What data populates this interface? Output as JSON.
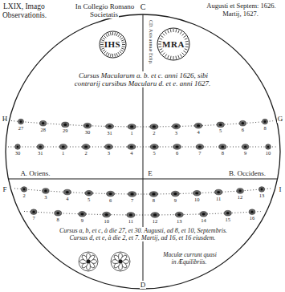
{
  "diagram": {
    "title": "LXIX, Imago Observationis.",
    "nodes": [
      {
        "text": [
          "IHS"
        ]
      },
      {
        "text": [
          "MRA"
        ]
      }
    ],
    "labels": [
      "C",
      "CD. Axis annuæ Eclip.",
      "Cursus Macularum a. b. et c. anni 1626, sibi contrarij cursibus Macularu d. et e. anni 1627.",
      "H",
      "G",
      "A. Oriens.",
      "E",
      "B. Occidens.",
      "F",
      "I",
      "Cursus a, b, et c, à die 27, et 30. Augusti, ad 8, et 10, Septembris. Cursus d, et e, à die 2, et 7. Martij, ad 16, et 16 eiusdem.",
      "Maculæ currunt quasi in Æquilibriis.",
      "D",
      "In Collegio Romano Societatis",
      "Augusti et Septem: 1626. Martij, 1627.",
      "27",
      "28",
      "29",
      "30",
      "31",
      "1",
      "2",
      "3",
      "4",
      "5",
      "6",
      "8",
      "30",
      "31",
      "1",
      "2",
      "3",
      "4",
      "5",
      "6",
      "7",
      "8",
      "9",
      "10",
      "2",
      "3",
      "4",
      "5",
      "6",
      "7",
      "8",
      "9",
      "10",
      "11",
      "12",
      "13",
      "7",
      "8",
      "9",
      "10",
      "11",
      "12",
      "13",
      "14",
      "15",
      "16"
    ]
  }
}
